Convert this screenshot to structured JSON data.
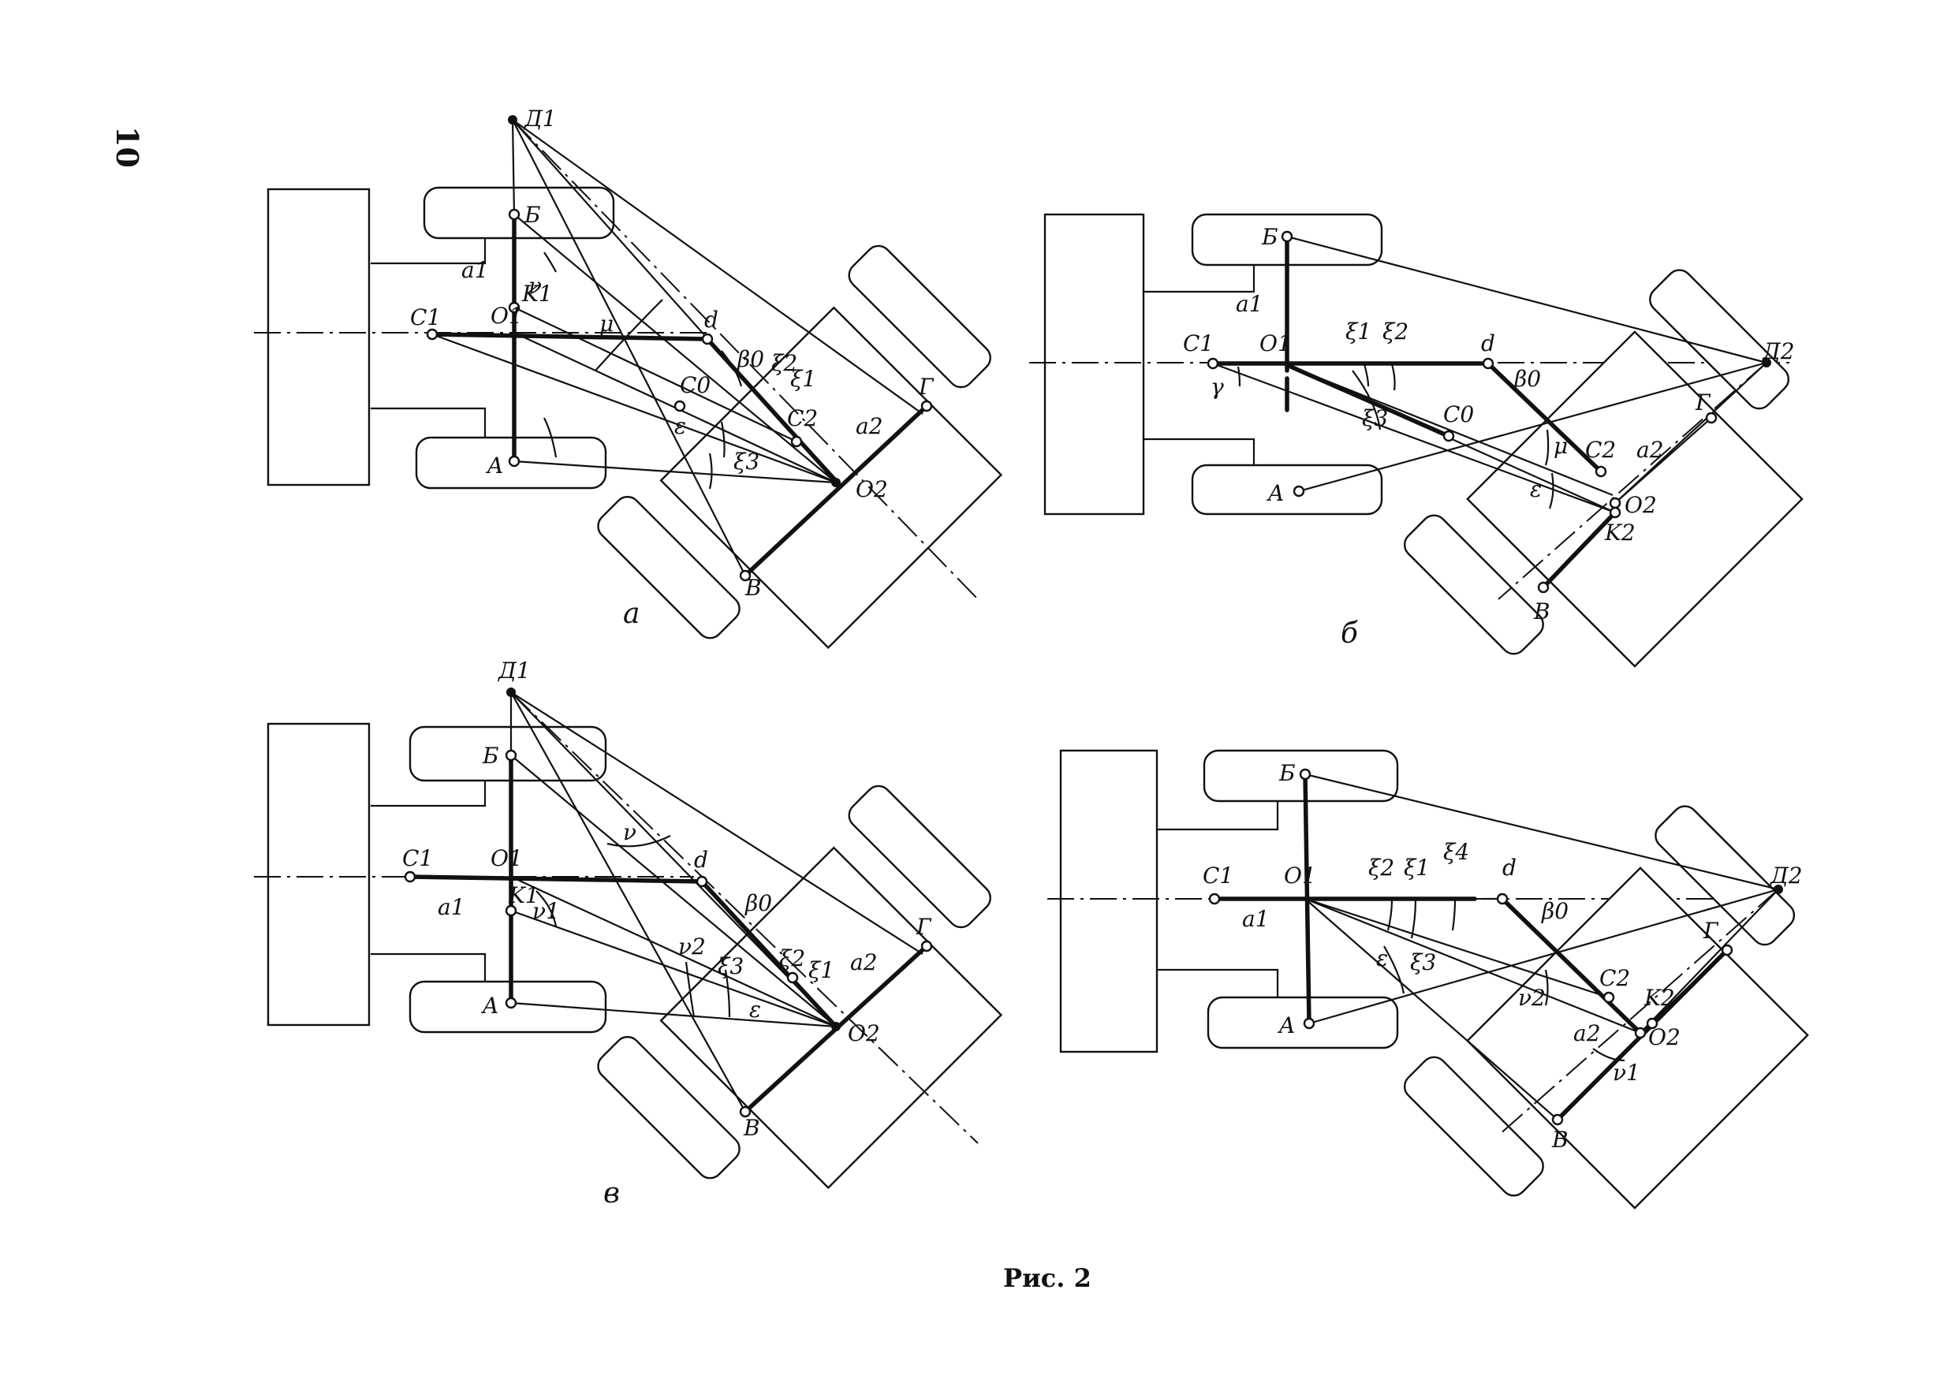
{
  "page_number": "10",
  "caption": "Рис. 2",
  "panels": [
    {
      "id": "a",
      "caption": "а",
      "labels": [
        "Д1",
        "Б",
        "K1",
        "O1",
        "C1",
        "a1",
        "d",
        "β0",
        "ξ2",
        "ξ1",
        "C0",
        "C2",
        "ε",
        "μ",
        "ν",
        "ξ3",
        "a2",
        "O2",
        "A",
        "B",
        "Г"
      ]
    },
    {
      "id": "b",
      "caption": "б",
      "labels": [
        "Б",
        "a1",
        "C1",
        "O1",
        "ξ1",
        "ξ2",
        "d",
        "β0",
        "Д2",
        "γ",
        "ξ3",
        "C0",
        "μ",
        "C2",
        "a2",
        "ε",
        "O2",
        "K2",
        "A",
        "B",
        "Г"
      ]
    },
    {
      "id": "v",
      "caption": "в",
      "labels": [
        "Д1",
        "Б",
        "C1",
        "O1",
        "K1",
        "a1",
        "ν",
        "ν1",
        "d",
        "β0",
        "ν2",
        "ξ3",
        "ξ2",
        "ξ1",
        "ε",
        "a2",
        "O2",
        "A",
        "B",
        "Г"
      ]
    },
    {
      "id": "g",
      "caption": "",
      "labels": [
        "Б",
        "C1",
        "O1",
        "a1",
        "ξ2",
        "ξ1",
        "ξ4",
        "d",
        "β0",
        "Д2",
        "ε",
        "ξ3",
        "ν2",
        "C2",
        "K2",
        "O2",
        "a2",
        "ν1",
        "A",
        "B",
        "Г"
      ]
    }
  ]
}
